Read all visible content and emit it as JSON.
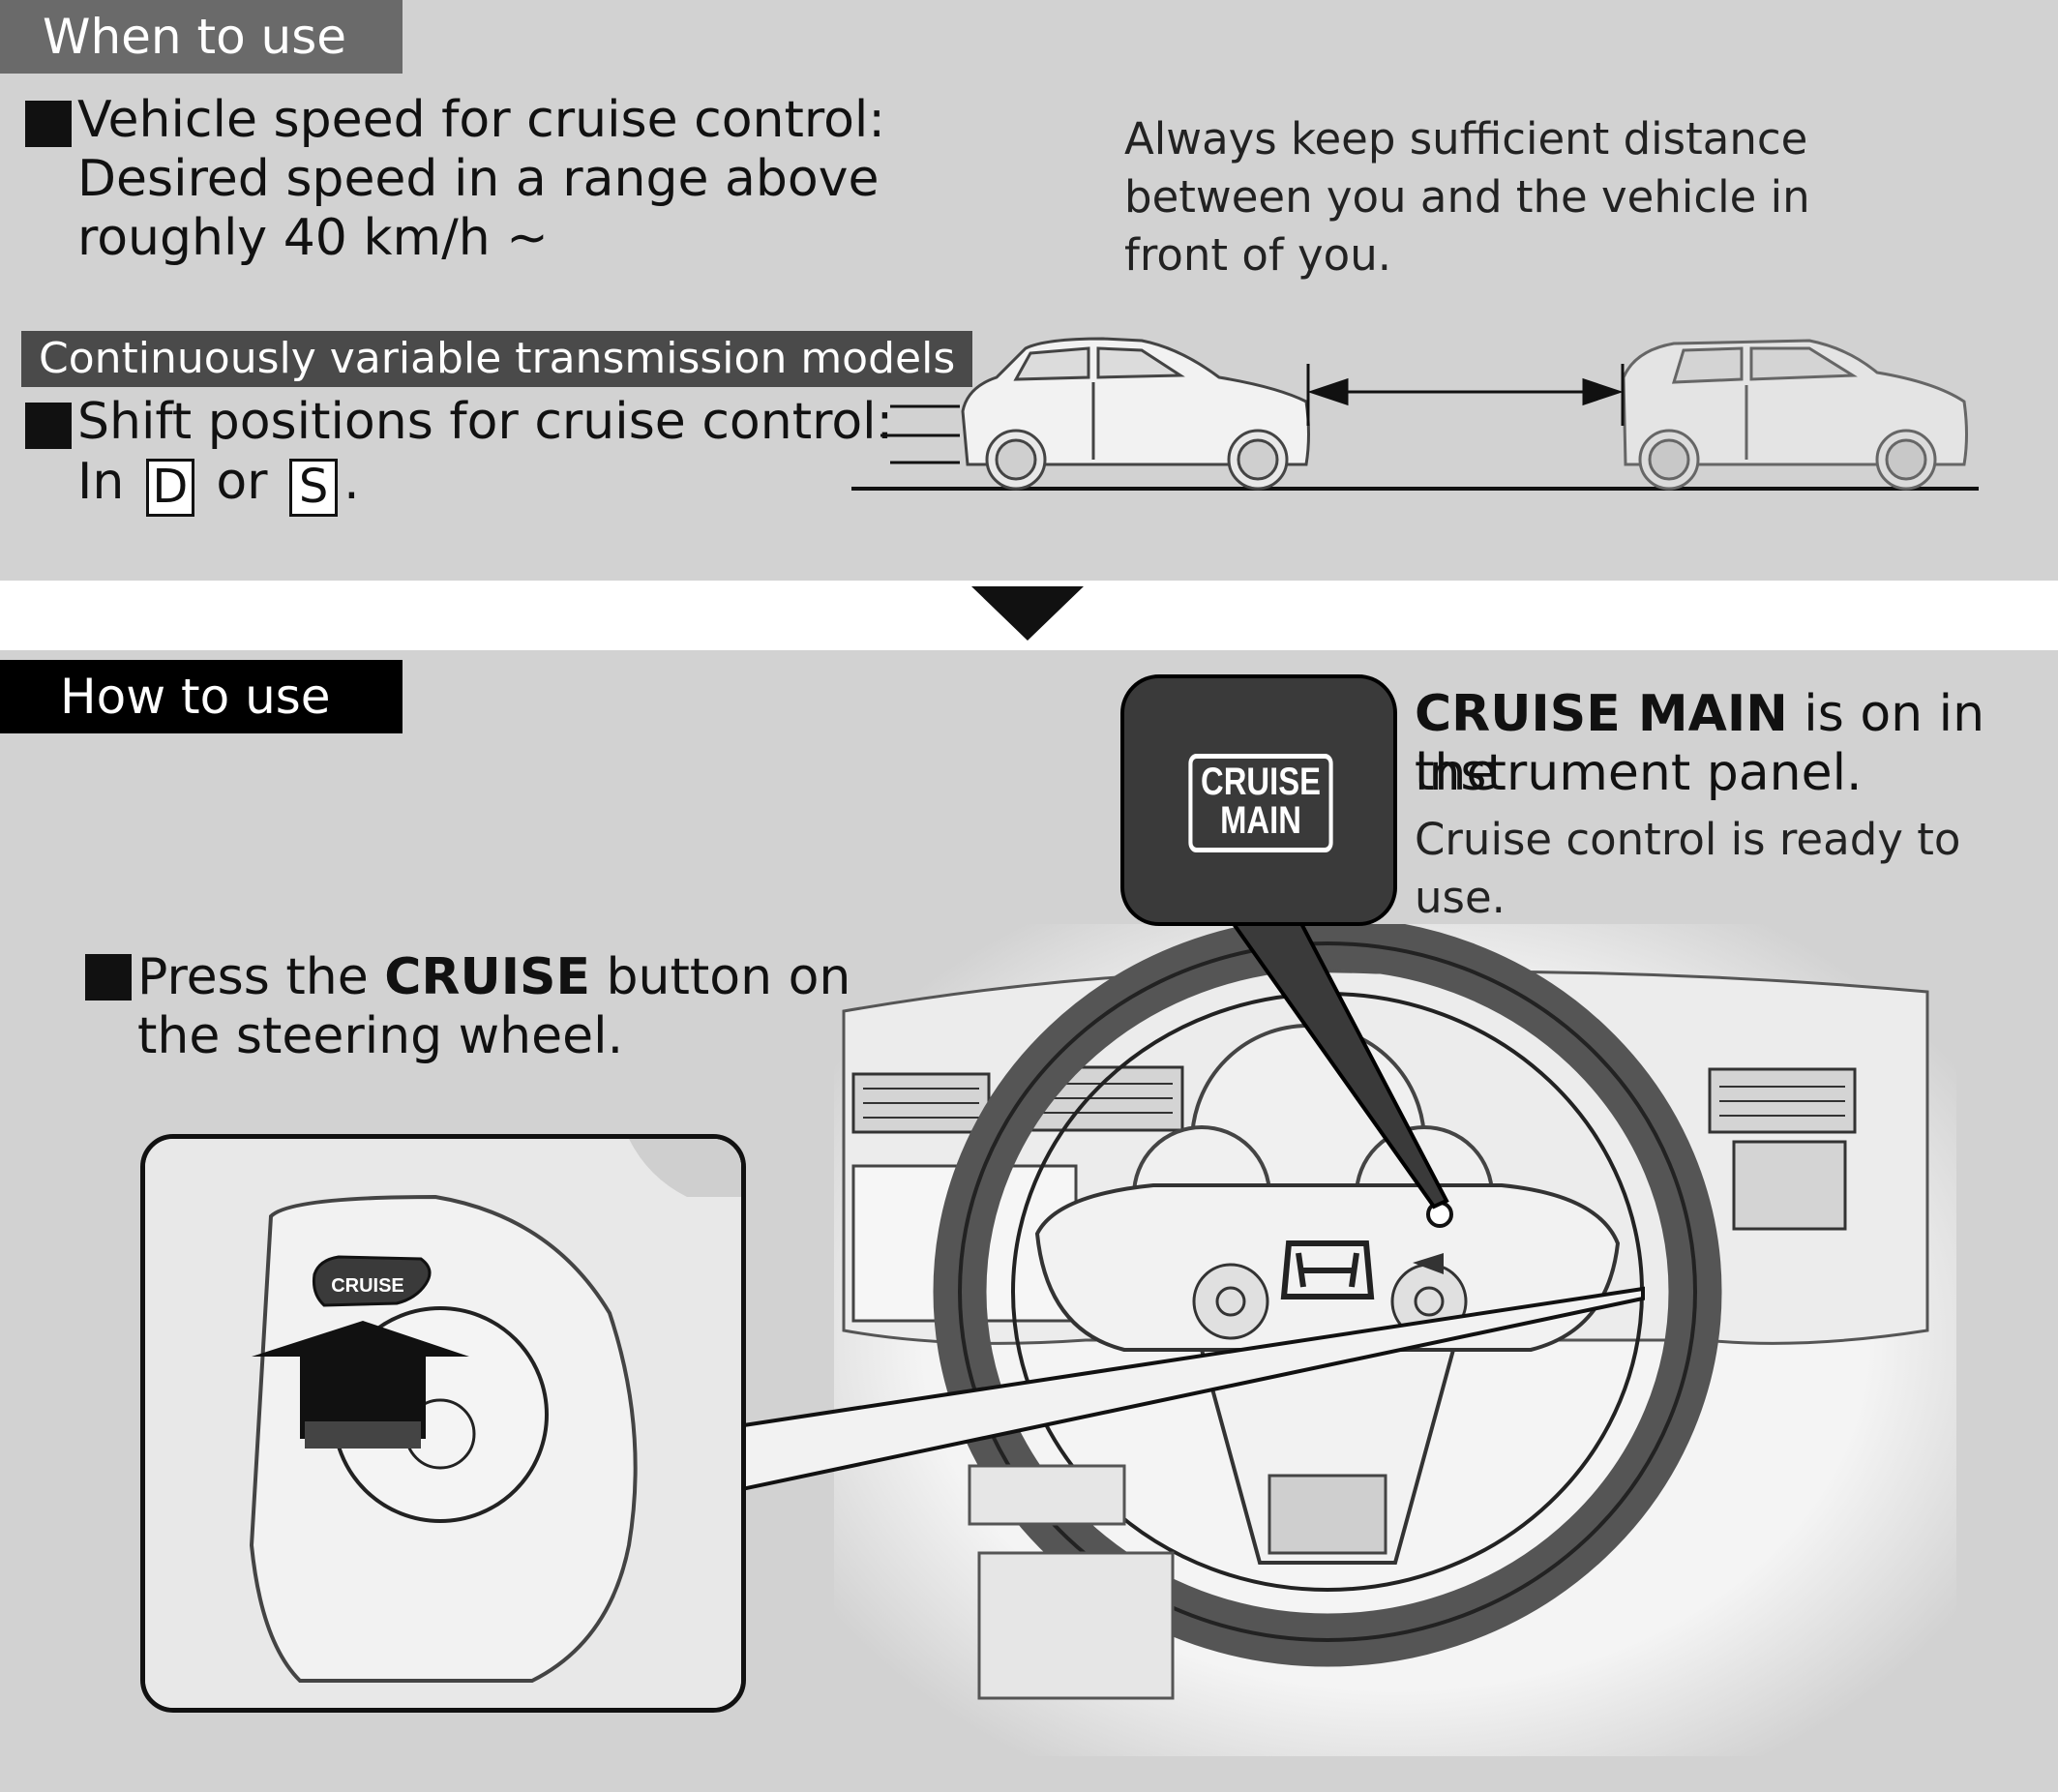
{
  "when_to_use": {
    "tab_label": "When to use",
    "speed_heading": "Vehicle speed for cruise control:",
    "speed_line2": "Desired speed in a range above",
    "speed_line3": "roughly 40 km/h ~",
    "distance_line1": "Always keep sufficient distance",
    "distance_line2": "between you and the vehicle in",
    "distance_line3": "front of you.",
    "cvt_label": "Continuously variable transmission models",
    "shift_heading": "Shift positions for cruise control:",
    "shift_prefix": "In",
    "shift_pos_1": "D",
    "shift_or": "or",
    "shift_pos_2": "S",
    "shift_suffix": "."
  },
  "how_to_use": {
    "tab_label": "How to use",
    "press_prefix": "Press the ",
    "press_bold": "CRUISE",
    "press_suffix": " button on",
    "press_line2": "the steering wheel.",
    "indicator_line1": "CRUISE",
    "indicator_line2": "MAIN",
    "main_bold": "CRUISE MAIN",
    "main_suffix": " is on in the",
    "main_line2": "instrument panel.",
    "ready_text": "Cruise control is ready to use.",
    "button_label": "CRUISE"
  }
}
